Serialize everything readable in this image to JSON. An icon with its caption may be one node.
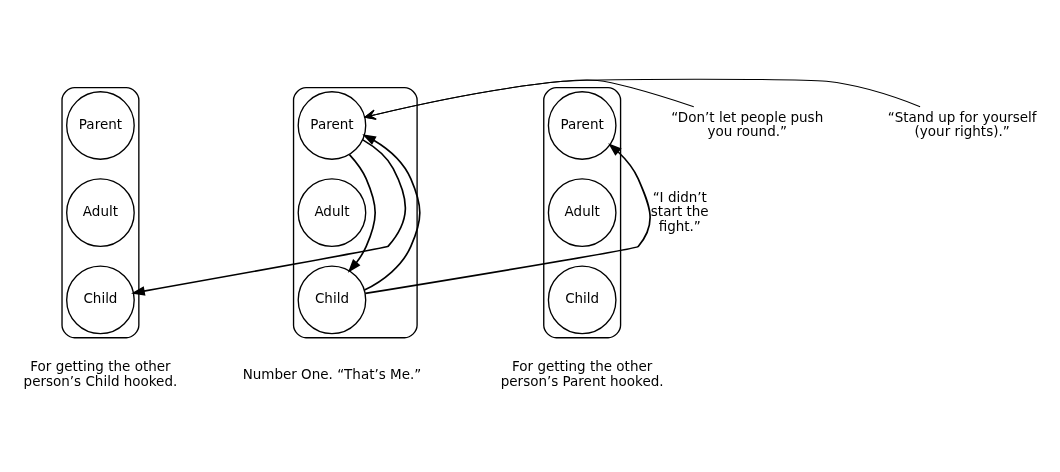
{
  "diagram": {
    "nodes": [
      {
        "text": [],
        "shape": "box",
        "beside": [
          "For getting the other person’s Child hooked."
        ]
      },
      {
        "text": [
          "Parent"
        ],
        "in": 0
      },
      {
        "text": [
          "Adult"
        ],
        "in": 0
      },
      {
        "text": [
          "Child"
        ],
        "in": 0
      },
      {
        "text": [
          "“Don’t let people push you round.”"
        ]
      },
      {
        "text": [],
        "shape": "box",
        "beside": [
          "Number One. “That’s Me.”"
        ]
      },
      {
        "text": [
          "Parent"
        ],
        "in": 5
      },
      {
        "text": [
          "Adult"
        ],
        "in": 5
      },
      {
        "text": [
          "Child"
        ],
        "in": 5
      },
      {
        "text": [
          "“Stand up for yourself (your rights).”"
        ]
      },
      {
        "text": [],
        "shape": "box",
        "beside": [
          "For getting the other person’s Parent hooked."
        ]
      },
      {
        "text": [
          "Parent"
        ],
        "in": 10
      },
      {
        "text": [
          "Adult"
        ],
        "in": 10
      },
      {
        "text": [
          "Child"
        ],
        "in": 10
      }
    ],
    "edges": [
      {
        "from": 4,
        "to": 6,
        "arrow": "to"
      },
      {
        "from": 9,
        "to": 6,
        "arrow": "to"
      },
      {
        "from": 6,
        "to": 3,
        "arrow": "to"
      },
      {
        "from": 6,
        "to": 8,
        "arrow": "to"
      },
      {
        "from": 8,
        "to": 6,
        "arrow": "to"
      },
      {
        "from": 8,
        "to": 11,
        "arrow": "to",
        "label": "“I didn’t start the fight.”"
      }
    ]
  }
}
